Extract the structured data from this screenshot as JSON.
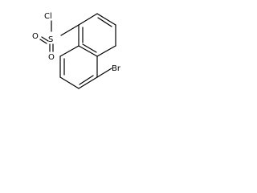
{
  "molecule": {
    "atoms": {
      "chlorine": "Cl",
      "sulfur": "S",
      "oxygen_top": "O",
      "oxygen_bottom": "O",
      "bromine": "Br"
    }
  }
}
